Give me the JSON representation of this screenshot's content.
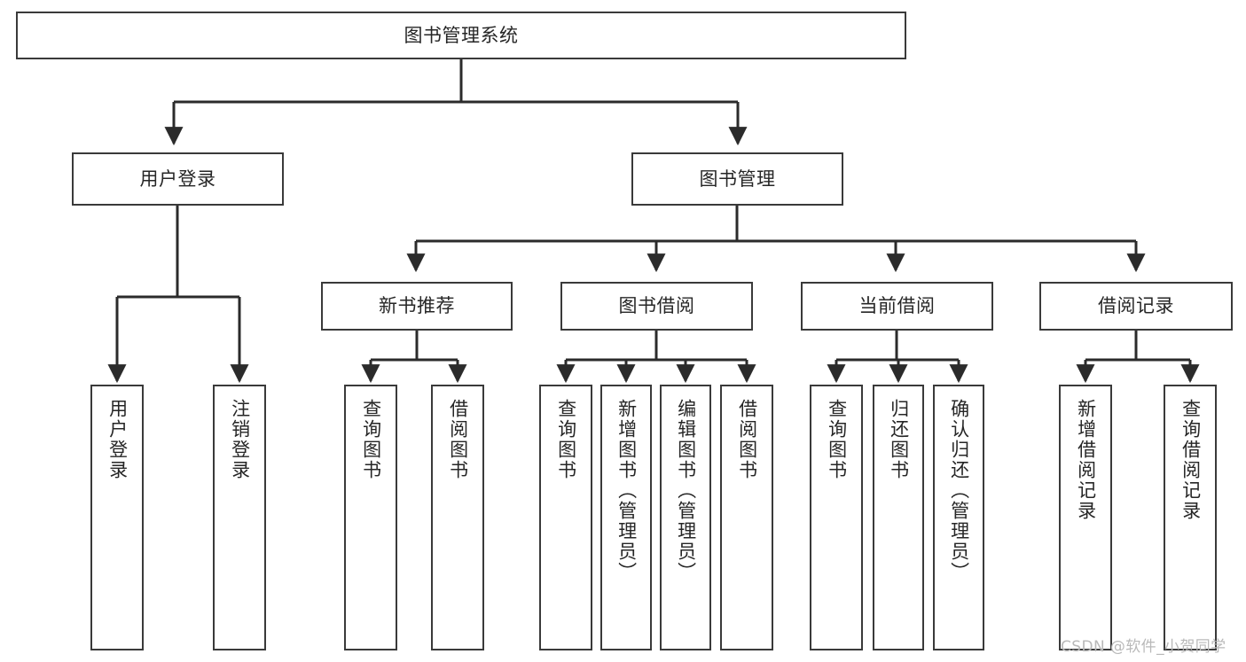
{
  "diagram": {
    "type": "tree",
    "title": "图书管理系统",
    "orientation": "top-down",
    "colors": {
      "box_border": "#3a3a3a",
      "box_fill": "#ffffff",
      "edge": "#2b2b2b",
      "text": "#262626",
      "watermark": "#b9b9b9",
      "background": "#ffffff"
    },
    "nodes": {
      "root": {
        "label": "图书管理系统"
      },
      "level1": [
        {
          "id": "user-login",
          "label": "用户登录"
        },
        {
          "id": "book-manage",
          "label": "图书管理"
        }
      ],
      "level2": [
        {
          "id": "new-book-rec",
          "label": "新书推荐",
          "parent": "book-manage"
        },
        {
          "id": "book-borrow",
          "label": "图书借阅",
          "parent": "book-manage"
        },
        {
          "id": "current-borrow",
          "label": "当前借阅",
          "parent": "book-manage"
        },
        {
          "id": "borrow-record",
          "label": "借阅记录",
          "parent": "book-manage"
        }
      ],
      "leaves": [
        {
          "id": "leaf-user-login",
          "label": "用户登录",
          "parent": "user-login"
        },
        {
          "id": "leaf-user-logout",
          "label": "注销登录",
          "parent": "user-login"
        },
        {
          "id": "leaf-query-book-rec",
          "label": "查询图书",
          "parent": "new-book-rec"
        },
        {
          "id": "leaf-borrow-book-rec",
          "label": "借阅图书",
          "parent": "new-book-rec"
        },
        {
          "id": "leaf-query-book-borrow",
          "label": "查询图书",
          "parent": "book-borrow"
        },
        {
          "id": "leaf-add-book",
          "label": "新增图书（管理员）",
          "parent": "book-borrow"
        },
        {
          "id": "leaf-edit-book",
          "label": "编辑图书（管理员）",
          "parent": "book-borrow"
        },
        {
          "id": "leaf-borrow-book",
          "label": "借阅图书",
          "parent": "book-borrow"
        },
        {
          "id": "leaf-query-book-cur",
          "label": "查询图书",
          "parent": "current-borrow"
        },
        {
          "id": "leaf-return-book",
          "label": "归还图书",
          "parent": "current-borrow"
        },
        {
          "id": "leaf-confirm-return",
          "label": "确认归还（管理员）",
          "parent": "current-borrow"
        },
        {
          "id": "leaf-add-record",
          "label": "新增借阅记录",
          "parent": "borrow-record"
        },
        {
          "id": "leaf-query-record",
          "label": "查询借阅记录",
          "parent": "borrow-record"
        }
      ]
    }
  },
  "watermark": {
    "text": "CSDN @软件_小贺同学"
  }
}
